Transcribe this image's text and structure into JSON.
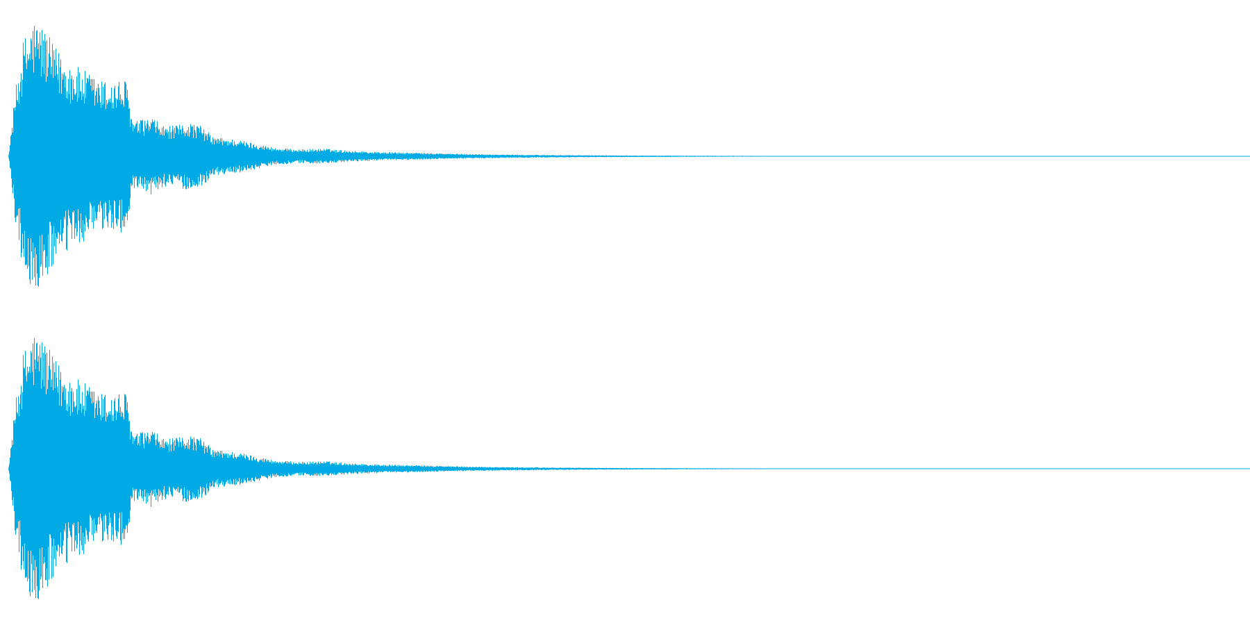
{
  "waveform": {
    "color": "#00aae4",
    "background": "#ffffff",
    "channels": [
      {
        "name": "",
        "envelope_points": [
          [
            0.0,
            0.0
          ],
          [
            0.005,
            0.45
          ],
          [
            0.012,
            0.85
          ],
          [
            0.02,
            1.0
          ],
          [
            0.028,
            0.95
          ],
          [
            0.036,
            0.8
          ],
          [
            0.045,
            0.72
          ],
          [
            0.055,
            0.65
          ],
          [
            0.065,
            0.6
          ],
          [
            0.075,
            0.55
          ],
          [
            0.085,
            0.55
          ],
          [
            0.095,
            0.55
          ],
          [
            0.1,
            0.25
          ],
          [
            0.115,
            0.28
          ],
          [
            0.125,
            0.22
          ],
          [
            0.135,
            0.22
          ],
          [
            0.145,
            0.25
          ],
          [
            0.155,
            0.22
          ],
          [
            0.165,
            0.14
          ],
          [
            0.185,
            0.12
          ],
          [
            0.2,
            0.09
          ],
          [
            0.215,
            0.06
          ],
          [
            0.235,
            0.05
          ],
          [
            0.255,
            0.055
          ],
          [
            0.275,
            0.04
          ],
          [
            0.3,
            0.03
          ],
          [
            0.33,
            0.025
          ],
          [
            0.36,
            0.018
          ],
          [
            0.4,
            0.012
          ],
          [
            0.45,
            0.008
          ],
          [
            0.5,
            0.006
          ],
          [
            0.55,
            0.004
          ],
          [
            0.6,
            0.003
          ],
          [
            0.65,
            0.002
          ],
          [
            0.7,
            0.0
          ],
          [
            1.0,
            0.0
          ]
        ]
      },
      {
        "name": "",
        "envelope_points": [
          [
            0.0,
            0.0
          ],
          [
            0.005,
            0.45
          ],
          [
            0.012,
            0.85
          ],
          [
            0.02,
            1.0
          ],
          [
            0.028,
            0.95
          ],
          [
            0.036,
            0.8
          ],
          [
            0.045,
            0.72
          ],
          [
            0.055,
            0.65
          ],
          [
            0.065,
            0.6
          ],
          [
            0.075,
            0.55
          ],
          [
            0.085,
            0.55
          ],
          [
            0.095,
            0.55
          ],
          [
            0.1,
            0.25
          ],
          [
            0.115,
            0.28
          ],
          [
            0.125,
            0.22
          ],
          [
            0.135,
            0.22
          ],
          [
            0.145,
            0.25
          ],
          [
            0.155,
            0.22
          ],
          [
            0.165,
            0.14
          ],
          [
            0.185,
            0.12
          ],
          [
            0.2,
            0.09
          ],
          [
            0.215,
            0.06
          ],
          [
            0.235,
            0.05
          ],
          [
            0.255,
            0.055
          ],
          [
            0.275,
            0.04
          ],
          [
            0.3,
            0.03
          ],
          [
            0.33,
            0.025
          ],
          [
            0.36,
            0.018
          ],
          [
            0.4,
            0.012
          ],
          [
            0.45,
            0.008
          ],
          [
            0.5,
            0.006
          ],
          [
            0.55,
            0.004
          ],
          [
            0.6,
            0.003
          ],
          [
            0.65,
            0.002
          ],
          [
            0.7,
            0.0
          ],
          [
            1.0,
            0.0
          ]
        ]
      }
    ]
  }
}
